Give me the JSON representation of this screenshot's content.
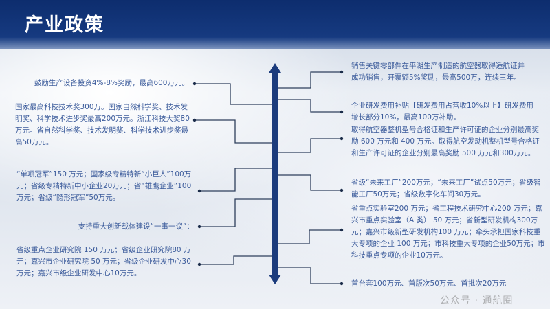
{
  "header": {
    "title": "产业政策"
  },
  "left_items": [
    "鼓励生产设备投资4%-8%奖励，最高600万元。",
    "国家最高科技技术奖300万。国家自然科学奖、技术发明奖、科学技术进步奖最高200万元。浙江科技大奖80万元。省自然科学奖、技术发明奖、科学技术进步奖最高50万元。",
    "“单项冠军”150 万元；国家级专精特新“小巨人”100万元；省级专精特新中小企业20万元；省“雄鹰企业”100万元；省级“隐形冠军”50万元。",
    "支持重大创新载体建设“一事一议”：",
    "省级重点企业研究院 150 万元；省级企业研究院80 万元；嘉兴市企业研究院 50 万元；省级企业研发中心30万元；嘉兴市级企业研发中心10万元。"
  ],
  "right_items": [
    "销售关键零部件在平湖生产制造的航空器取得适航证并成功销售，开票额5%奖励，最高500万，连续三年。",
    "企业研发费用补贴【研发费用占营收10%以上】研发费用增长部分10%，最高100万补助。",
    "取得航空器整机型号合格证和生产许可证的企业分别最高奖励 600 万元和 400 万元。取得航空发动机整机型号合格证和生产许可证的企业分别最高奖励 500 万元和300万元。",
    "省级“未来工厂”200万元；“未来工厂”试点50万元；省级智能工厂50万元；省级数字化车间30万元。",
    "省重点实验室200 万元；省工程技术研究中心200 万元；嘉兴市重点实验室（A 类） 50 万元；省新型研发机构300万元；嘉兴市级新型研发机构100 万元；牵头承担国家科技重大专项的企业 100 万元；市科技重大专项的企业50万元；市科技重点专项的企业10万元。",
    "首台套100万元、首版次50万元、首批次20万元"
  ],
  "watermark": "公众号 · 通航圈",
  "colors": {
    "header": "#0d2d6e",
    "axis": "#1b3b7c",
    "text": "#3b5b9b"
  }
}
